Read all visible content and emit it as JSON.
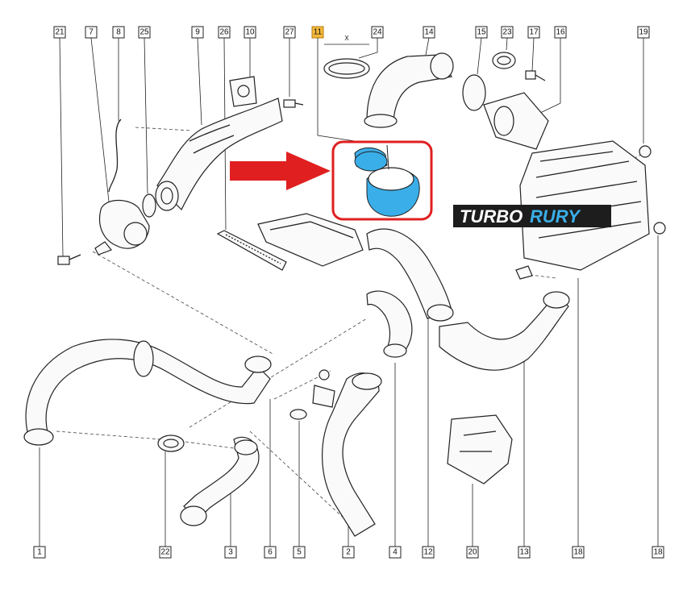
{
  "diagram": {
    "callouts_top": [
      "21",
      "7",
      "8",
      "25",
      "9",
      "26",
      "10",
      "27",
      "11",
      "24",
      "14",
      "15",
      "23",
      "17",
      "16",
      "19"
    ],
    "callouts_bottom": [
      "1",
      "22",
      "3",
      "6",
      "5",
      "2",
      "4",
      "12",
      "20",
      "13",
      "18",
      "18"
    ],
    "highlighted_part": "11",
    "dimension_label": "X"
  },
  "brand": {
    "part1": "TURBO",
    "part2": "RURY"
  },
  "colors": {
    "highlight_red": "#e02020",
    "arrow_red": "#e02020",
    "part_blue": "#3aaee8",
    "callout_orange": "#f5b93a",
    "brand_bg": "#1d1d1d"
  }
}
